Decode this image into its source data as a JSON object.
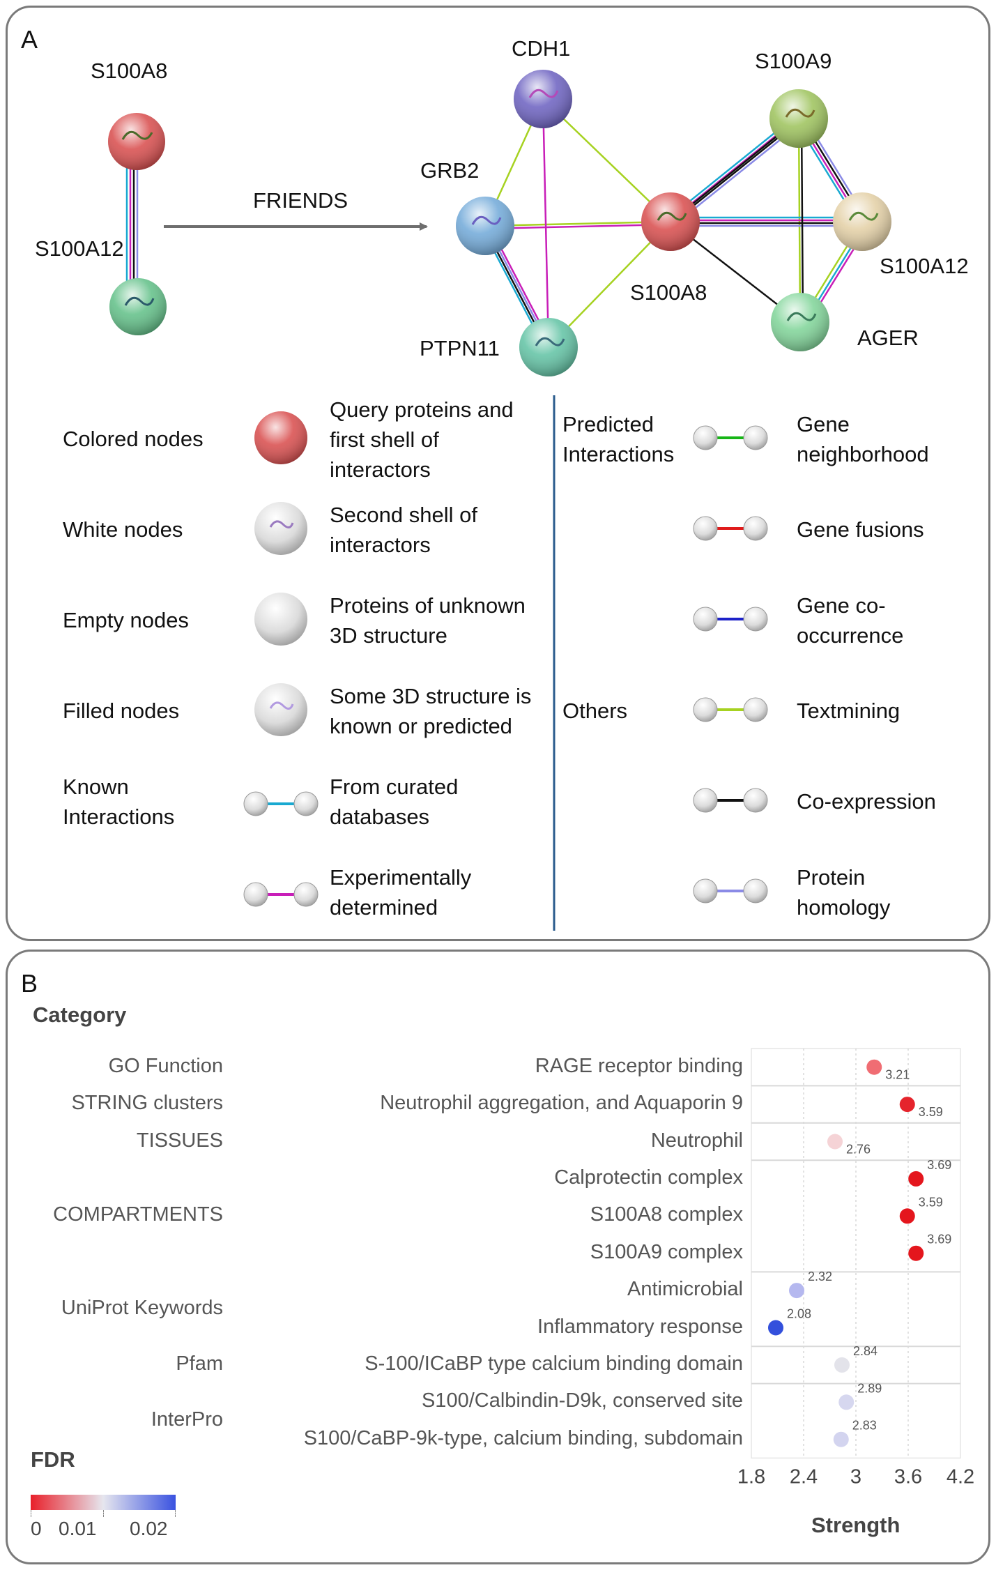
{
  "panel_a": {
    "letter": "A",
    "arrow_label": "FRIENDS",
    "left_nodes": [
      {
        "label": "S100A8",
        "color": "#d84a4a"
      },
      {
        "label": "S100A12",
        "color": "#5fbf86"
      }
    ],
    "network_nodes": [
      {
        "id": "cdh1",
        "label": "CDH1",
        "color": "#6a5fc0"
      },
      {
        "id": "grb2",
        "label": "GRB2",
        "color": "#6fa8d8"
      },
      {
        "id": "s100a8",
        "label": "S100A8",
        "color": "#d84a4a"
      },
      {
        "id": "s100a9",
        "label": "S100A9",
        "color": "#9cc25a"
      },
      {
        "id": "s100a12",
        "label": "S100A12",
        "color": "#e3cfa4"
      },
      {
        "id": "ager",
        "label": "AGER",
        "color": "#7ed497"
      },
      {
        "id": "ptpn11",
        "label": "PTPN11",
        "color": "#5fc2a3"
      }
    ],
    "legend": {
      "node_types": [
        {
          "name": "Colored nodes",
          "desc": [
            "Query proteins and",
            "first shell of",
            "interactors"
          ]
        },
        {
          "name": "White nodes",
          "desc": [
            "Second shell of",
            "interactors"
          ]
        },
        {
          "name": "Empty nodes",
          "desc": [
            "Proteins of unknown",
            "3D structure"
          ]
        },
        {
          "name": "Filled nodes",
          "desc": [
            "Some 3D structure is",
            "known or predicted"
          ]
        }
      ],
      "known_interactions": {
        "group": [
          "Known",
          "Interactions"
        ],
        "items": [
          {
            "desc": [
              "From curated",
              "databases"
            ],
            "color": "#19a9d1"
          },
          {
            "desc": [
              "Experimentally",
              "determined"
            ],
            "color": "#c81eb8"
          }
        ]
      },
      "predicted_interactions": {
        "group": [
          "Predicted",
          "Interactions"
        ],
        "items": [
          {
            "desc": [
              "Gene",
              "neighborhood"
            ],
            "color": "#16b516"
          },
          {
            "desc": [
              "Gene fusions"
            ],
            "color": "#e01b1b"
          },
          {
            "desc": [
              "Gene co-",
              "occurrence"
            ],
            "color": "#1d22c9"
          }
        ]
      },
      "others": {
        "group": [
          "Others"
        ],
        "items": [
          {
            "desc": [
              "Textmining"
            ],
            "color": "#a6d221"
          },
          {
            "desc": [
              "Co-expression"
            ],
            "color": "#111111"
          },
          {
            "desc": [
              "Protein",
              "homology"
            ],
            "color": "#8a8ae6"
          }
        ]
      }
    }
  },
  "panel_b": {
    "letter": "B",
    "category_header": "Category",
    "categories": [
      "GO Function",
      "STRING clusters",
      "TISSUES",
      "COMPARTMENTS",
      "UniProt Keywords",
      "Pfam",
      "InterPro"
    ],
    "fdr": {
      "title": "FDR",
      "ticks": [
        "0",
        "0.01",
        "0.02"
      ],
      "low_color": "#e8202a",
      "mid_color": "#e6e6ee",
      "high_color": "#3a52e0"
    }
  },
  "chart_data": {
    "type": "scatter",
    "xlabel": "Strength",
    "xlim": [
      1.8,
      4.2
    ],
    "xticks": [
      "1.8",
      "2.4",
      "3",
      "3.6",
      "4.2"
    ],
    "rows": [
      {
        "category": "GO Function",
        "term": "RAGE receptor binding",
        "strength": 3.21,
        "label": "3.21",
        "color": "#f06d73"
      },
      {
        "category": "STRING clusters",
        "term": "Neutrophil aggregation, and Aquaporin 9",
        "strength": 3.59,
        "label": "3.59",
        "color": "#e5242c"
      },
      {
        "category": "TISSUES",
        "term": "Neutrophil",
        "strength": 2.76,
        "label": "2.76",
        "color": "#f5d3d6"
      },
      {
        "category": "COMPARTMENTS",
        "term": "Calprotectin complex",
        "strength": 3.69,
        "label": "3.69",
        "color": "#e4161d"
      },
      {
        "category": "COMPARTMENTS",
        "term": "S100A8 complex",
        "strength": 3.59,
        "label": "3.59",
        "color": "#e4161d"
      },
      {
        "category": "COMPARTMENTS",
        "term": "S100A9 complex",
        "strength": 3.69,
        "label": "3.69",
        "color": "#e4161d"
      },
      {
        "category": "UniProt Keywords",
        "term": "Antimicrobial",
        "strength": 2.32,
        "label": "2.32",
        "color": "#b5b8ef"
      },
      {
        "category": "UniProt Keywords",
        "term": "Inflammatory response",
        "strength": 2.08,
        "label": "2.08",
        "color": "#3350dc"
      },
      {
        "category": "Pfam",
        "term": "S-100/ICaBP type calcium binding domain",
        "strength": 2.84,
        "label": "2.84",
        "color": "#e3e3ea"
      },
      {
        "category": "InterPro",
        "term": "S100/Calbindin-D9k, conserved site",
        "strength": 2.89,
        "label": "2.89",
        "color": "#d6d7ef"
      },
      {
        "category": "InterPro",
        "term": "S100/CaBP-9k-type, calcium binding, subdomain",
        "strength": 2.83,
        "label": "2.83",
        "color": "#d3d4ef"
      }
    ]
  }
}
